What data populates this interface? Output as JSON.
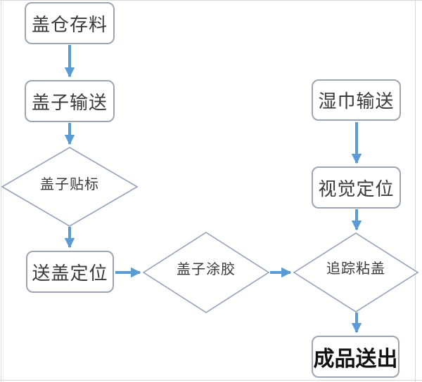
{
  "diagram": {
    "type": "flowchart",
    "nodes": {
      "cover_storage": {
        "label": "盖仓存料",
        "shape": "rounded-rect"
      },
      "cover_convey": {
        "label": "盖子输送",
        "shape": "rounded-rect"
      },
      "cover_label": {
        "label": "盖子贴标",
        "shape": "diamond"
      },
      "send_cover": {
        "label": "送盖定位",
        "shape": "rounded-rect"
      },
      "cover_glue": {
        "label": "盖子涂胶",
        "shape": "diamond"
      },
      "wipes_convey": {
        "label": "湿巾输送",
        "shape": "rounded-rect"
      },
      "vision_pos": {
        "label": "视觉定位",
        "shape": "rounded-rect"
      },
      "track_stick": {
        "label": "追踪粘盖",
        "shape": "diamond"
      },
      "product_out": {
        "label": "成品送出",
        "shape": "rounded-rect"
      }
    },
    "edges": [
      {
        "from": "cover_storage",
        "to": "cover_convey"
      },
      {
        "from": "cover_convey",
        "to": "cover_label"
      },
      {
        "from": "cover_label",
        "to": "send_cover"
      },
      {
        "from": "send_cover",
        "to": "cover_glue"
      },
      {
        "from": "cover_glue",
        "to": "track_stick"
      },
      {
        "from": "wipes_convey",
        "to": "vision_pos"
      },
      {
        "from": "vision_pos",
        "to": "track_stick"
      },
      {
        "from": "track_stick",
        "to": "product_out"
      }
    ],
    "colors": {
      "arrow": "#5b9bd5",
      "box_border": "#9ca6b2",
      "diamond_border": "#93a2ba",
      "text": "#3a3a3a",
      "frame": "#d8d8d8",
      "background": "#ffffff"
    }
  }
}
